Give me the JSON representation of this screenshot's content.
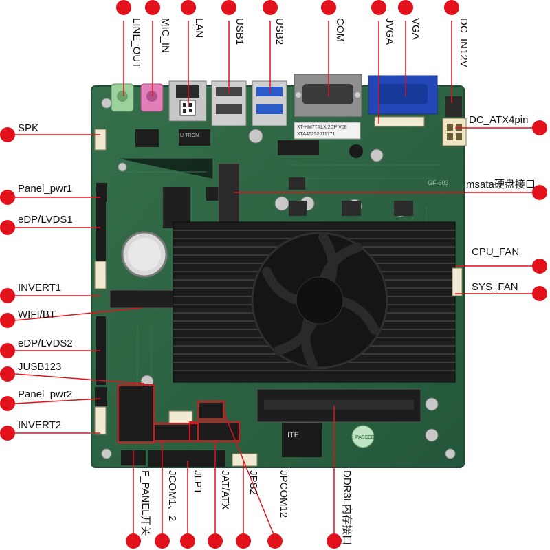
{
  "labels": {
    "top": {
      "line_out": "LINE_OUT",
      "mic_in": "MIC_IN",
      "lan": "LAN",
      "usb1": "USB1",
      "usb2": "USB2",
      "com": "COM",
      "jvga": "JVGA",
      "vga": "VGA",
      "dc_in": "DC_IN12V"
    },
    "right": {
      "dc_atx": "DC_ATX4pin",
      "msata": "msata硬盘接口",
      "cpu_fan": "CPU_FAN",
      "sys_fan": "SYS_FAN"
    },
    "left": {
      "spk": "SPK",
      "panel_pwr1": "Panel_pwr1",
      "edp1": "eDP/LVDS1",
      "invert1": "INVERT1",
      "wifi": "WIFI/BT",
      "edp2": "eDP/LVDS2",
      "jusb": "JUSB123",
      "panel_pwr2": "Panel_pwr2",
      "invert2": "INVERT2"
    },
    "bottom": {
      "f_panel": "F_PANEL开关",
      "jcom": "JCOM1、2",
      "jlpt": "JLPT",
      "jat": "JAT/ATX",
      "jps2": "JPS2",
      "jpcom": "JPCOM12",
      "ddr": "DDR3L内存接口"
    }
  },
  "board": {
    "pcb_silk": [
      "XT-HM77ALX 2CP V08",
      "XTA46252011771",
      "GF-603",
      "U-TRON"
    ],
    "chip_brand": "ITE",
    "passed_sticker": "PASSED"
  },
  "colors": {
    "marker": "#e2111c",
    "pcb": "#2f6a45",
    "heatsink": "#1c1c1c"
  }
}
